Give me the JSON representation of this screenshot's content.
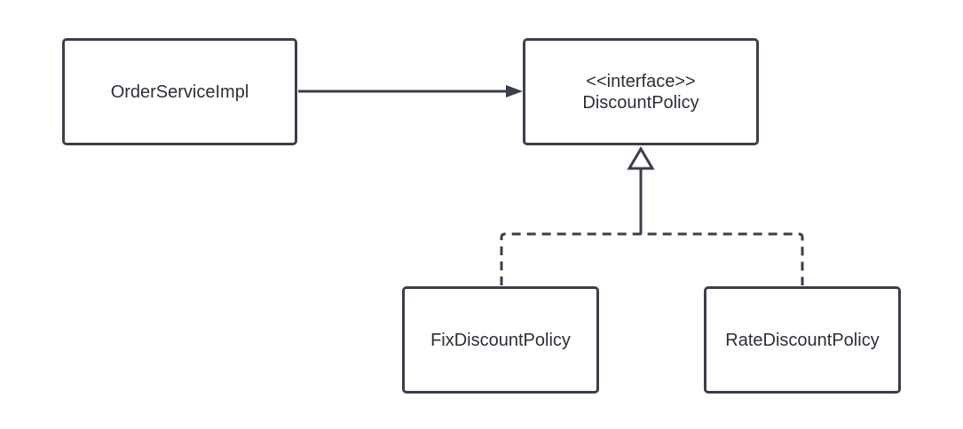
{
  "diagram": {
    "classes": {
      "order_service": {
        "label": "OrderServiceImpl"
      },
      "discount_policy": {
        "stereotype": "<<interface>>",
        "label": "DiscountPolicy"
      },
      "fix_policy": {
        "label": "FixDiscountPolicy"
      },
      "rate_policy": {
        "label": "RateDiscountPolicy"
      }
    },
    "colors": {
      "stroke": "#3a3f4b",
      "text": "#2b2f38",
      "background": "#ffffff"
    }
  }
}
